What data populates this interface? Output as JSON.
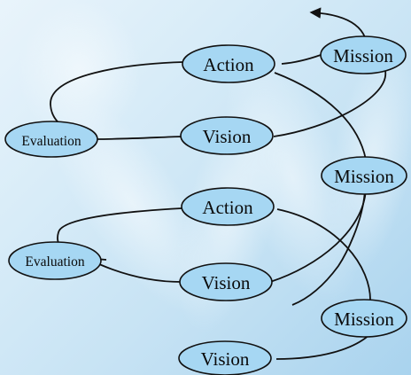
{
  "diagram": {
    "nodes": [
      {
        "id": "mission-1",
        "label": "Mission"
      },
      {
        "id": "action-1",
        "label": "Action"
      },
      {
        "id": "evaluation-1",
        "label": "Evaluation"
      },
      {
        "id": "vision-1",
        "label": "Vision"
      },
      {
        "id": "mission-2",
        "label": "Mission"
      },
      {
        "id": "action-2",
        "label": "Action"
      },
      {
        "id": "evaluation-2",
        "label": "Evaluation"
      },
      {
        "id": "vision-2",
        "label": "Vision"
      },
      {
        "id": "mission-3",
        "label": "Mission"
      },
      {
        "id": "vision-3",
        "label": "Vision"
      }
    ],
    "colors": {
      "node_fill": "#a6d7f3",
      "node_stroke": "#111111",
      "line": "#111111"
    }
  }
}
